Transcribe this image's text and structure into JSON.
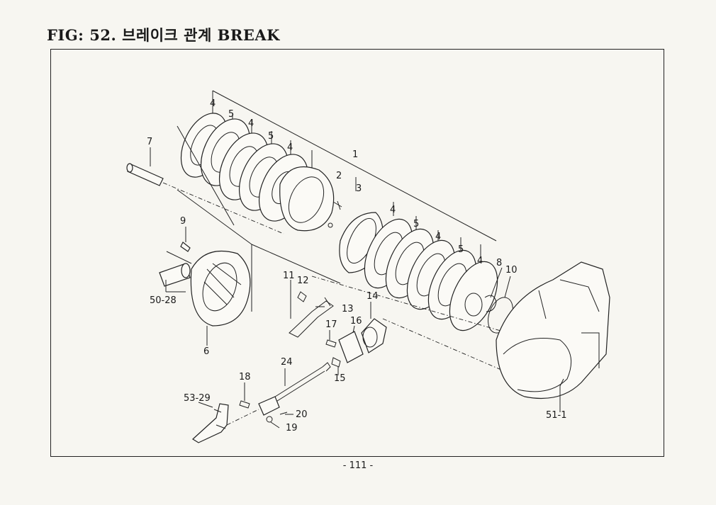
{
  "title": "FIG: 52. 브레이크 관계 BREAK",
  "page_number": "- 111 -",
  "callouts": [
    "4",
    "5",
    "4",
    "5",
    "4",
    "7",
    "1",
    "2",
    "3",
    "4",
    "5",
    "4",
    "5",
    "4",
    "8",
    "10",
    "9",
    "11",
    "12",
    "13",
    "14",
    "16",
    "17",
    "50-28",
    "6",
    "24",
    "18",
    "15",
    "53-29",
    "20",
    "19",
    "51-1"
  ]
}
